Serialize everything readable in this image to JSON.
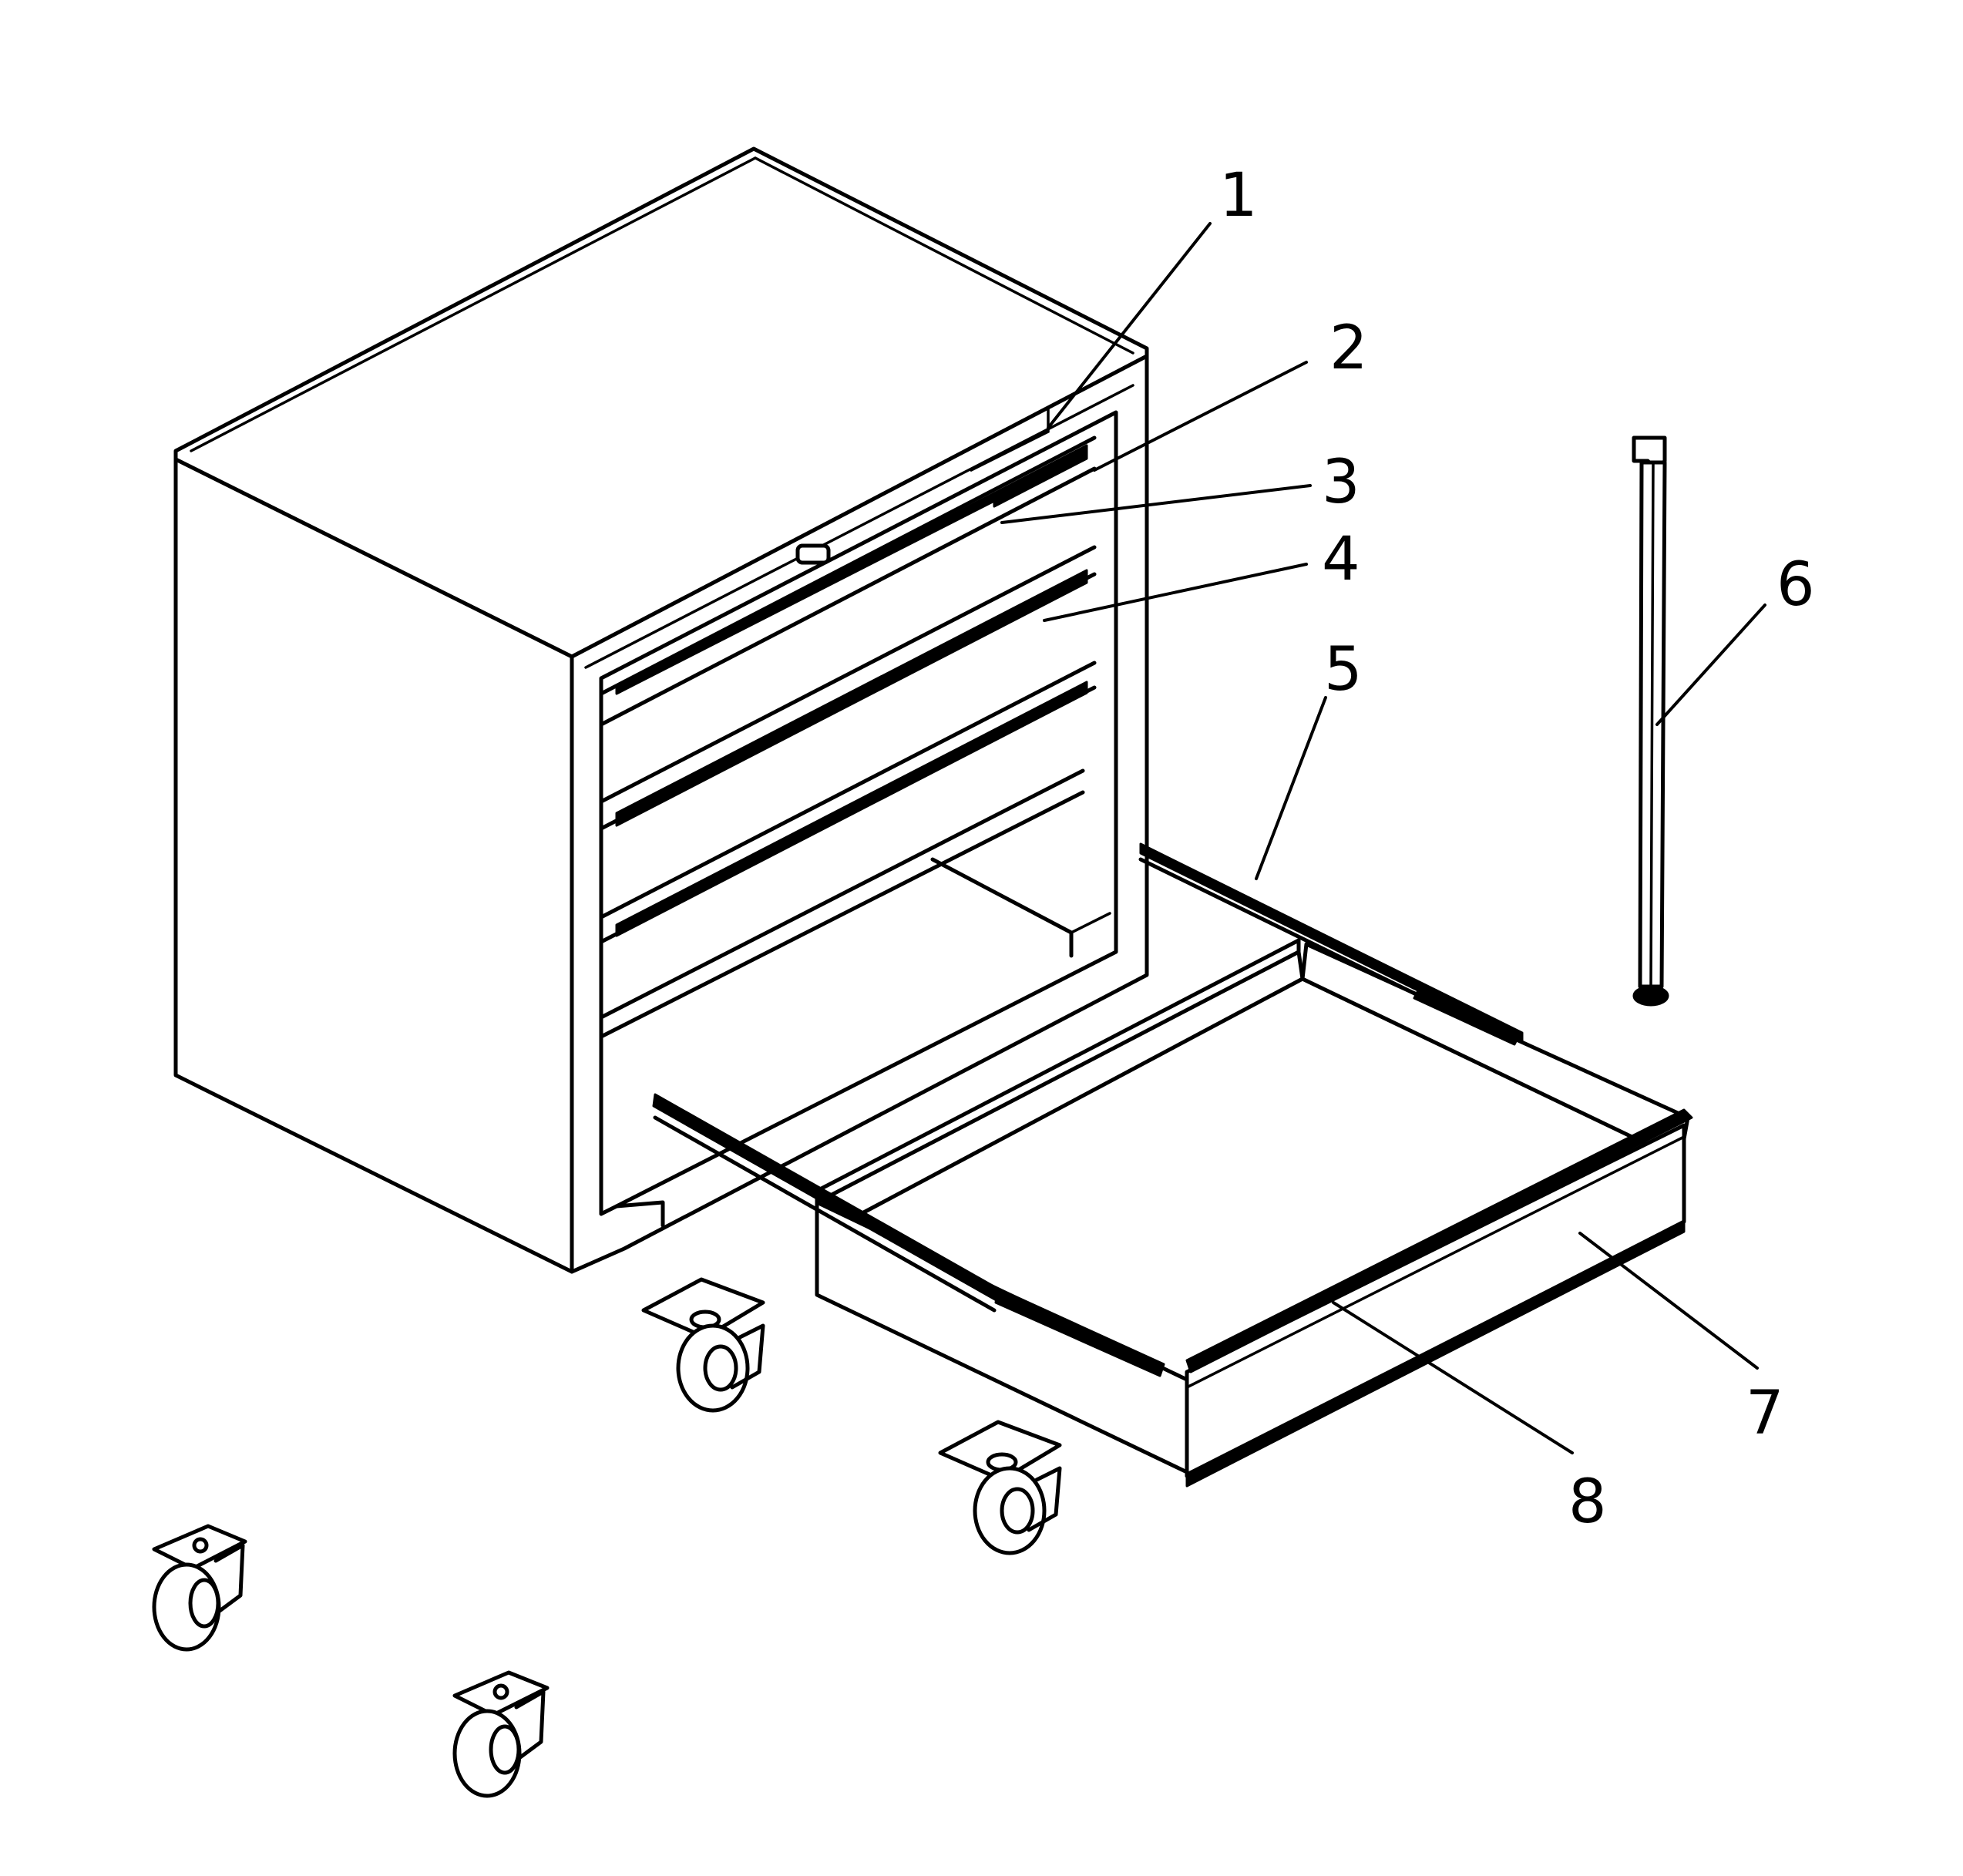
{
  "callouts": [
    {
      "id": "part-1",
      "label": "1"
    },
    {
      "id": "part-2",
      "label": "2"
    },
    {
      "id": "part-3",
      "label": "3"
    },
    {
      "id": "part-4",
      "label": "4"
    },
    {
      "id": "part-5",
      "label": "5"
    },
    {
      "id": "part-6",
      "label": "6"
    },
    {
      "id": "part-7",
      "label": "7"
    },
    {
      "id": "part-8",
      "label": "8"
    }
  ],
  "colors": {
    "line": "#000000",
    "background": "#ffffff"
  }
}
